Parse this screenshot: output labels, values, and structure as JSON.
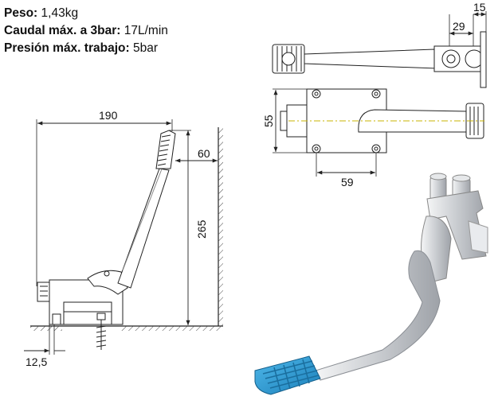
{
  "specs": [
    {
      "label": "Peso:",
      "value": "1,43kg"
    },
    {
      "label": "Caudal máx. a 3bar:",
      "value": "17L/min"
    },
    {
      "label": "Presión máx. trabajo:",
      "value": "5bar"
    }
  ],
  "dimensions": {
    "width_190": "190",
    "wall_60": "60",
    "height_265": "265",
    "base_12_5": "12,5",
    "top_15": "15",
    "top_29": "29",
    "side_55": "55",
    "bottom_59": "59"
  },
  "colors": {
    "line": "#222222",
    "pedal_blue": "#2a9fd8",
    "metal": "#d8dadd",
    "centerline": "#c8b400"
  }
}
